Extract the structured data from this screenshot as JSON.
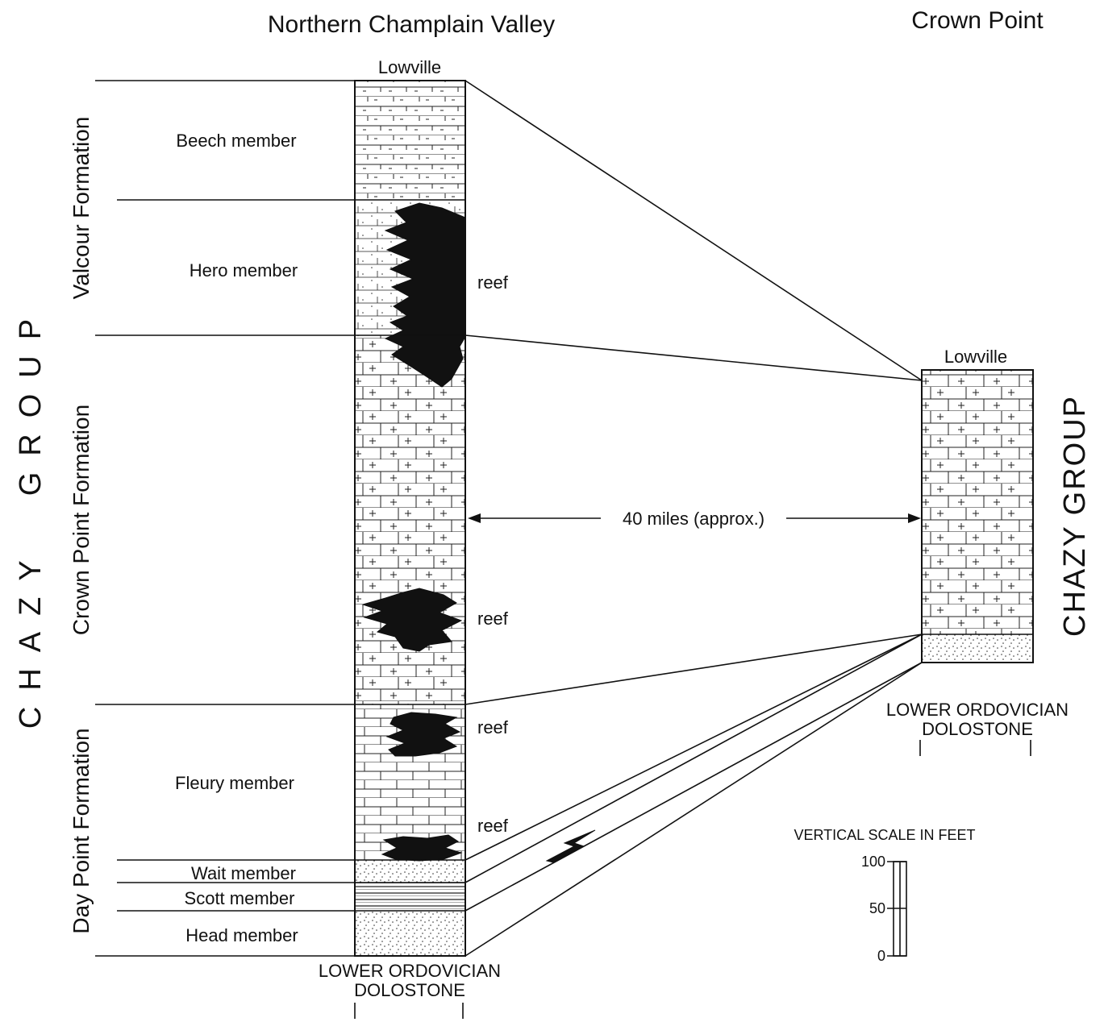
{
  "titles": {
    "left": "Northern Champlain Valley",
    "right": "Crown Point"
  },
  "left_column": {
    "top_label": "Lowville",
    "group_label": "CHAZY GROUP",
    "group_label_words": [
      "CHAZY",
      "GROUP"
    ],
    "formations": [
      "Valcour Formation",
      "Crown Point Formation",
      "Day Point Formation"
    ],
    "members": [
      "Beech member",
      "Hero member",
      "Fleury member",
      "Wait member",
      "Scott member",
      "Head member"
    ],
    "reef_label": "reef",
    "base_label_line1": "LOWER ORDOVICIAN",
    "base_label_line2": "DOLOSTONE"
  },
  "right_column": {
    "top_label": "Lowville",
    "group_label": "CHAZY GROUP",
    "base_label_line1": "LOWER ORDOVICIAN",
    "base_label_line2": "DOLOSTONE"
  },
  "distance_label": "40 miles (approx.)",
  "scale": {
    "title": "VERTICAL SCALE IN FEET",
    "ticks": [
      "100",
      "50",
      "0"
    ]
  }
}
